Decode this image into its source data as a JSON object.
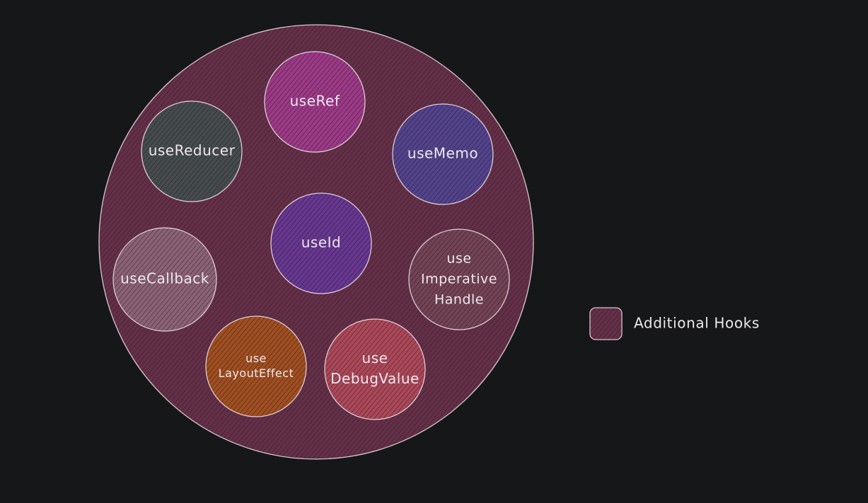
{
  "container": {
    "color": "#9b3f68"
  },
  "hooks": [
    {
      "id": "useRef",
      "lines": [
        "useRef"
      ],
      "color": "#b03d9c"
    },
    {
      "id": "useReducer",
      "lines": [
        "useReducer"
      ],
      "color": "#3e5650"
    },
    {
      "id": "useMemo",
      "lines": [
        "useMemo"
      ],
      "color": "#4f4aa2"
    },
    {
      "id": "useId",
      "lines": [
        "useId"
      ],
      "color": "#6a3aa8"
    },
    {
      "id": "useCallback",
      "lines": [
        "useCallback"
      ],
      "color": "#9a7384"
    },
    {
      "id": "useImperativeHandle",
      "lines": [
        "use",
        "Imperative",
        "Handle"
      ],
      "color": "#7a4a5a"
    },
    {
      "id": "useLayoutEffect",
      "lines": [
        "use",
        "LayoutEffect"
      ],
      "color": "#b65a14"
    },
    {
      "id": "useDebugValue",
      "lines": [
        "use",
        "DebugValue"
      ],
      "color": "#c4505f"
    }
  ],
  "legend": {
    "label": "Additional Hooks",
    "color": "#9b3f68"
  }
}
